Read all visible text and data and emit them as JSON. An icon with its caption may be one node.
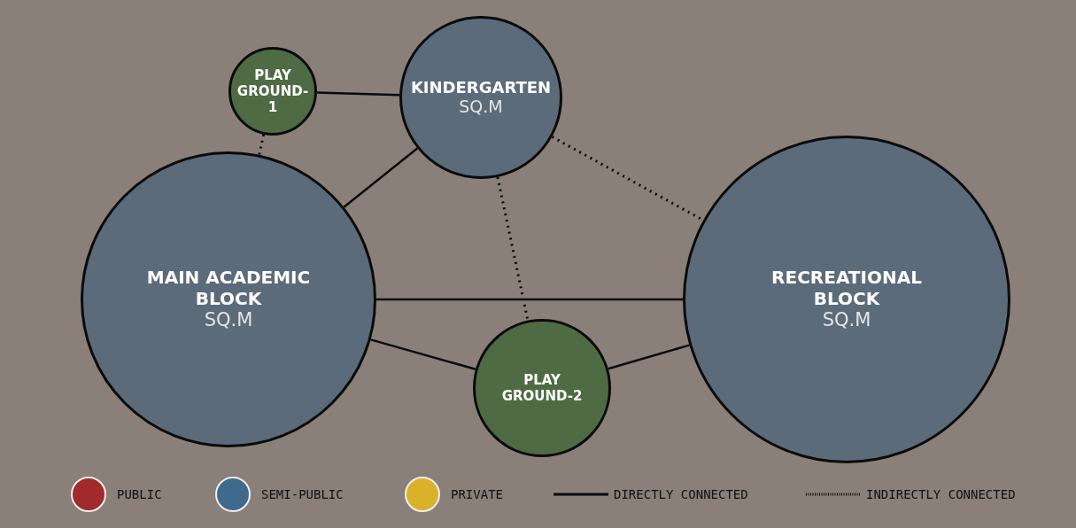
{
  "diagram": {
    "nodes": [
      {
        "text": [
          "PLAY GROUND-1"
        ]
      },
      {
        "text": [
          "KINDERGARTEN",
          "SQ.M"
        ]
      },
      {
        "text": [
          "MAIN ACADEMIC BLOCK",
          "SQ.M"
        ]
      },
      {
        "text": [
          "RECREATIONAL BLOCK",
          "SQ.M"
        ]
      },
      {
        "text": [
          "PLAY GROUND-2"
        ]
      }
    ],
    "edges": [
      {
        "from": 0,
        "to": 1,
        "arrow": "none"
      },
      {
        "from": 0,
        "to": 2,
        "arrow": "none",
        "style": "dashed"
      },
      {
        "from": 2,
        "to": 1,
        "arrow": "none"
      },
      {
        "from": 1,
        "to": 3,
        "arrow": "none",
        "style": "dashed"
      },
      {
        "from": 1,
        "to": 4,
        "arrow": "none",
        "style": "dashed"
      },
      {
        "from": 2,
        "to": 3,
        "arrow": "none"
      },
      {
        "from": 2,
        "to": 4,
        "arrow": "none"
      },
      {
        "from": 4,
        "to": 3,
        "arrow": "none"
      }
    ],
    "legend": [
      {
        "text": "PUBLIC",
        "color": "#a12a2a"
      },
      {
        "text": "SEMI-PUBLIC",
        "color": "#3f6a8c"
      },
      {
        "text": "PRIVATE",
        "color": "#d9b22a"
      },
      {
        "text": "DIRECTLY CONNECTED"
      },
      {
        "text": "INDIRECTLY CONNECTED"
      }
    ]
  }
}
